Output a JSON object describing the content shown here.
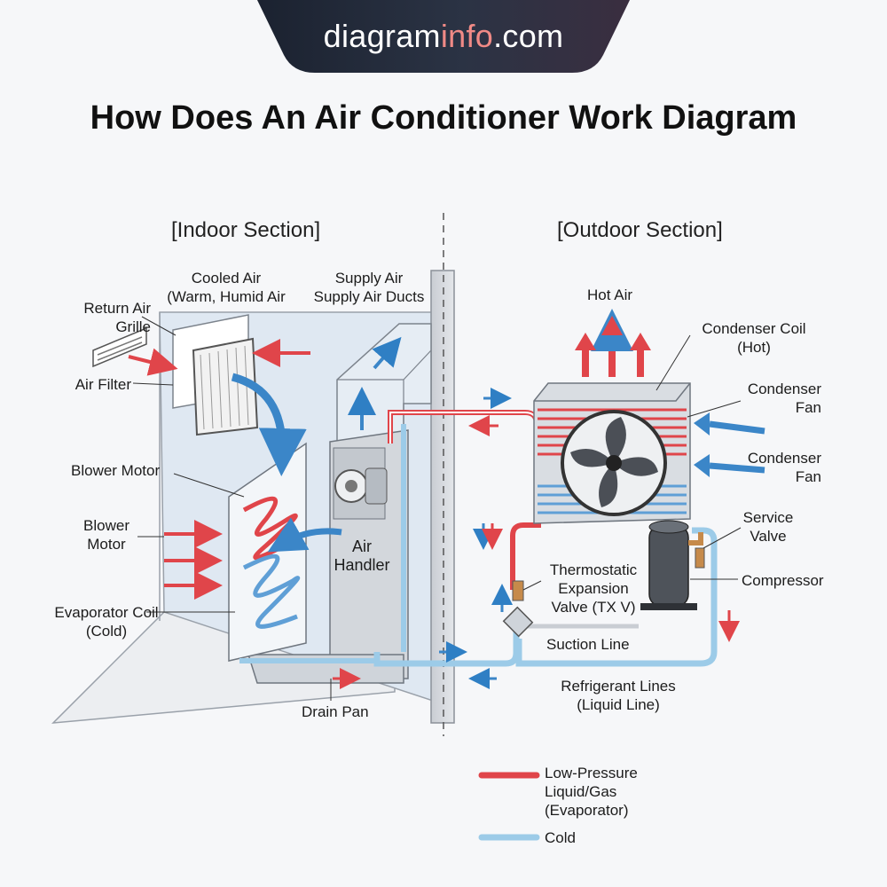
{
  "site": {
    "part1": "diagram",
    "part2": "info",
    "part3": ".com"
  },
  "title": "How Does An Air Conditioner Work Diagram",
  "sections": {
    "indoor": "[Indoor Section]",
    "outdoor": "[Outdoor Section]"
  },
  "labels": {
    "cooled_air_1": "Cooled Air",
    "cooled_air_2": "(Warm, Humid Air",
    "supply_air_1": "Supply Air",
    "supply_air_2": "Supply Air Ducts",
    "return_grille_1": "Return Air",
    "return_grille_2": "Grille",
    "air_filter": "Air Filter",
    "blower_motor_a": "Blower Motor",
    "blower_motor_b1": "Blower",
    "blower_motor_b2": "Motor",
    "air_handler_1": "Air",
    "air_handler_2": "Handler",
    "evap_coil_1": "Evaporator Coil",
    "evap_coil_2": "(Cold)",
    "drain_pan": "Drain Pan",
    "hot_air": "Hot Air",
    "cond_coil_1": "Condenser Coil",
    "cond_coil_2": "(Hot)",
    "cond_fan_a1": "Condenser",
    "cond_fan_a2": "Fan",
    "cond_fan_b1": "Condenser",
    "cond_fan_b2": "Fan",
    "service_valve_1": "Service",
    "service_valve_2": "Valve",
    "compressor": "Compressor",
    "txv_1": "Thermostatic",
    "txv_2": "Expansion",
    "txv_3": "Valve (TX V)",
    "suction_line": "Suction Line",
    "ref_lines_1": "Refrigerant Lines",
    "ref_lines_2": "(Liquid Line)"
  },
  "legend": {
    "hot_1": "Low-Pressure",
    "hot_2": "Liquid/Gas",
    "hot_3": "(Evaporator)",
    "cold": "Cold",
    "hot_color": "#e0454a",
    "cold_color": "#9ccbe8"
  }
}
